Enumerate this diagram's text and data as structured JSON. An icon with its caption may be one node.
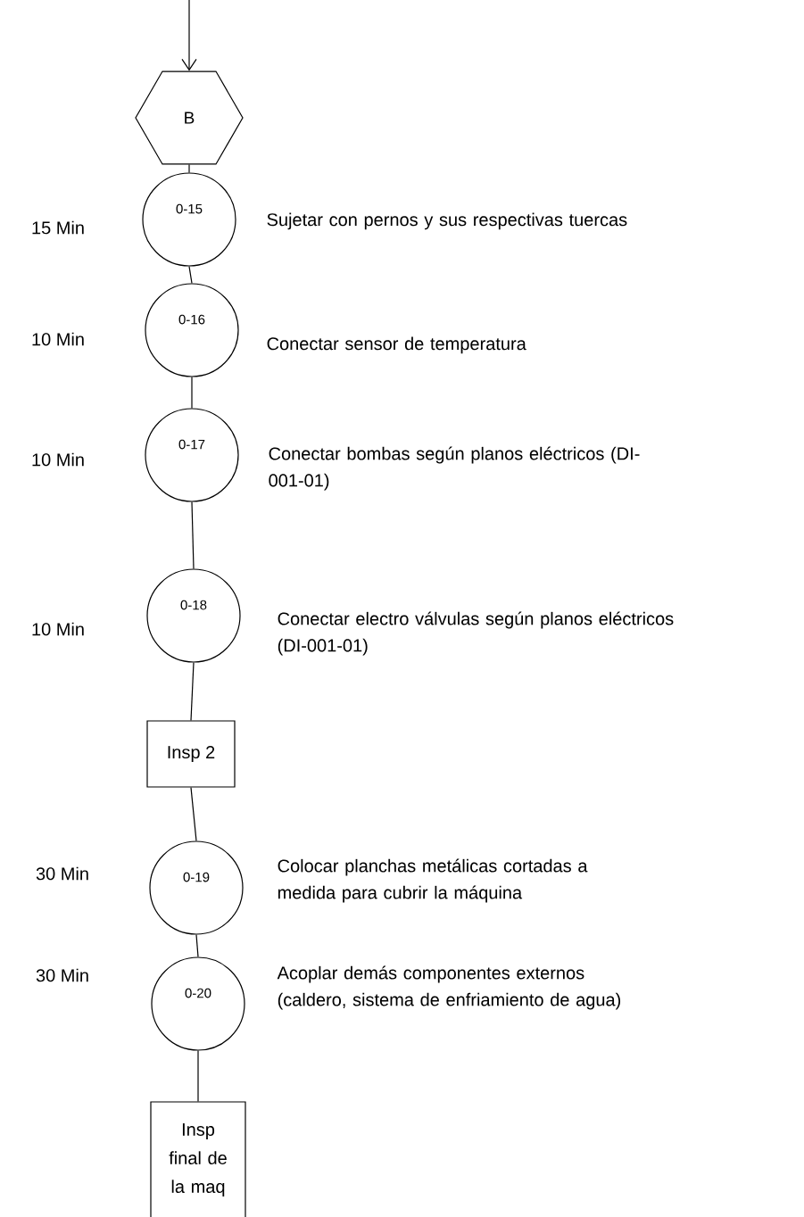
{
  "diagram": {
    "nodes": [
      {
        "text": [
          "B"
        ]
      },
      {
        "text": [
          "0-15"
        ],
        "beside": [
          "15 Min",
          "Sujetar con pernos  y sus respectivas tuercas"
        ]
      },
      {
        "text": [
          "0-16"
        ],
        "beside": [
          "10 Min",
          "Conectar sensor de temperatura"
        ]
      },
      {
        "text": [
          "0-17"
        ],
        "beside": [
          "10 Min",
          "Conectar bombas según planos eléctricos (DI-001-01)"
        ]
      },
      {
        "text": [
          "0-18"
        ],
        "beside": [
          "10 Min",
          "Conectar electro válvulas según planos eléctricos (DI-001-01)"
        ]
      },
      {
        "text": [
          "Insp 2"
        ]
      },
      {
        "text": [
          "0-19"
        ],
        "beside": [
          "30 Min",
          "Colocar planchas metálicas cortadas a medida para cubrir la máquina"
        ]
      },
      {
        "text": [
          "0-20"
        ],
        "beside": [
          "30 Min",
          "Acoplar demás componentes externos (caldero, sistema de enfriamiento de agua)"
        ]
      },
      {
        "text": [
          "Insp final de la maq"
        ]
      }
    ],
    "edges": [
      {
        "from": null,
        "to": 0,
        "arrow": "to"
      },
      {
        "from": 0,
        "to": 1,
        "arrow": "none"
      },
      {
        "from": 1,
        "to": 2,
        "arrow": "none"
      },
      {
        "from": 2,
        "to": 3,
        "arrow": "none"
      },
      {
        "from": 3,
        "to": 4,
        "arrow": "none"
      },
      {
        "from": 4,
        "to": 5,
        "arrow": "none"
      },
      {
        "from": 5,
        "to": 6,
        "arrow": "none"
      },
      {
        "from": 6,
        "to": 7,
        "arrow": "none"
      },
      {
        "from": 7,
        "to": 8,
        "arrow": "none"
      }
    ]
  }
}
